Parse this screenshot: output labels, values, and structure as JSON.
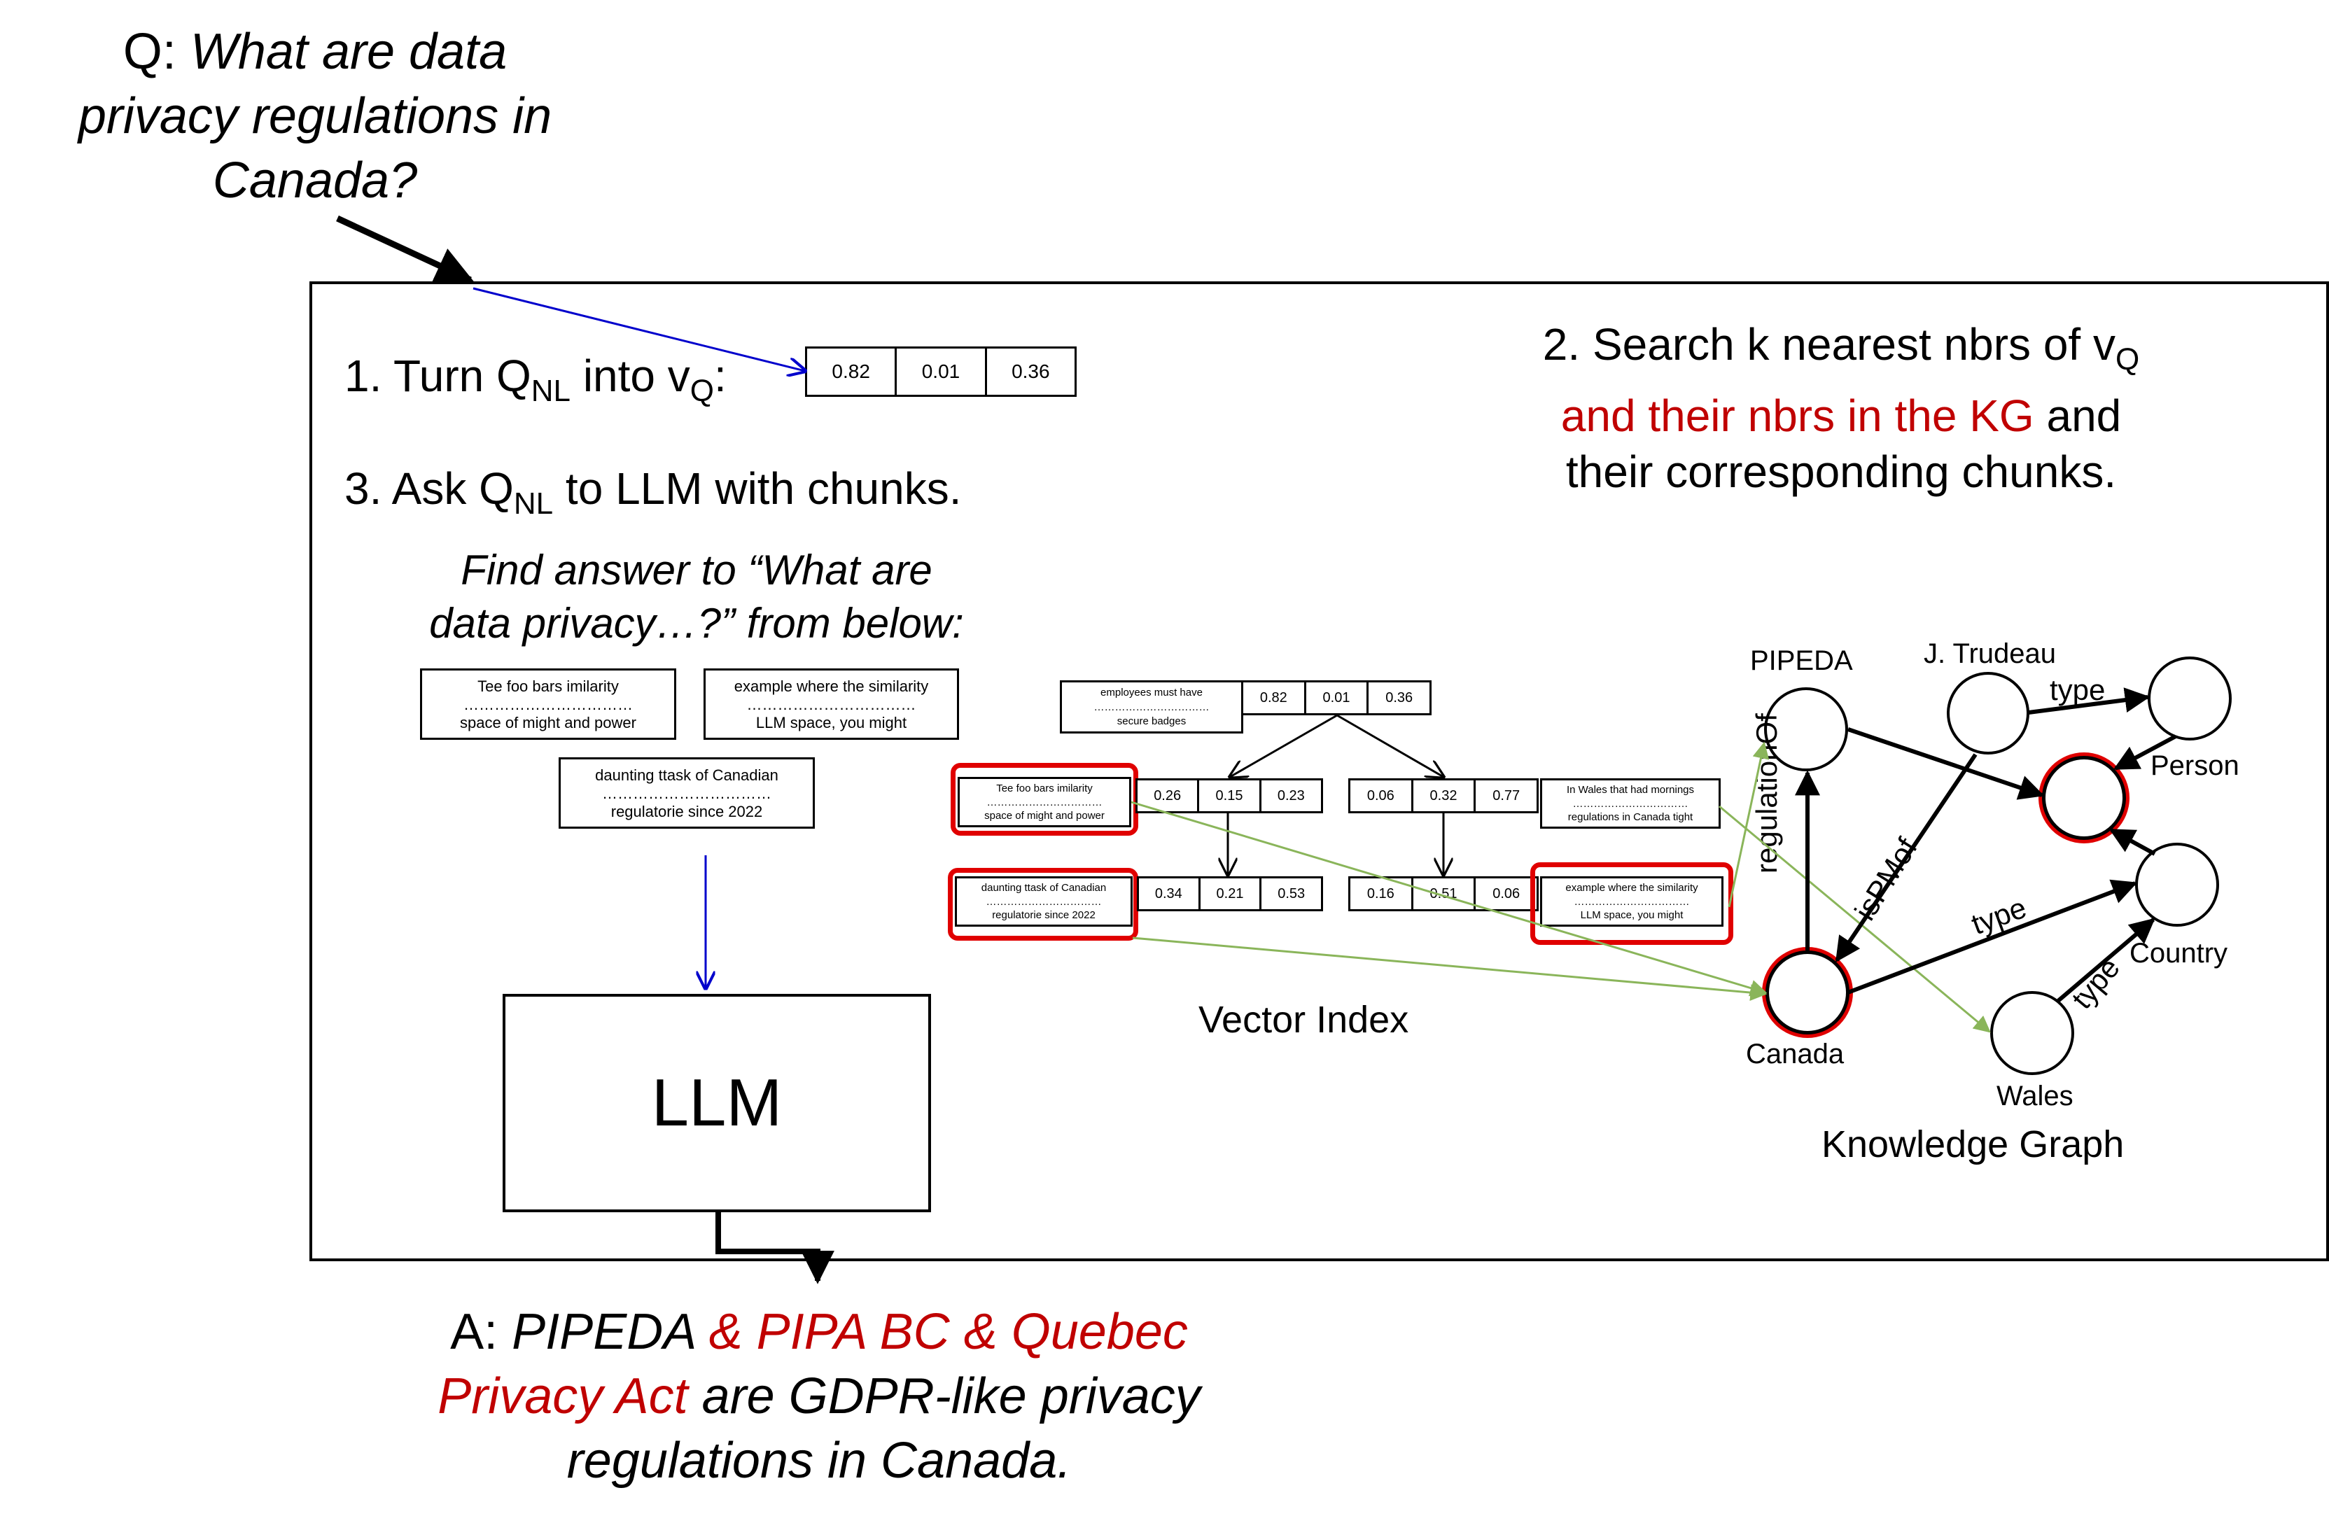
{
  "question": {
    "prefix": "Q:",
    "line1": "What are data",
    "line2": "privacy regulations in",
    "line3": "Canada?"
  },
  "steps": {
    "step1": {
      "text_a": "1. Turn Q",
      "sub_a": "NL",
      "text_b": " into v",
      "sub_b": "Q",
      "text_c": ":"
    },
    "step2": {
      "line1_a": "2. Search k nearest nbrs of v",
      "line1_sub": "Q",
      "line2_red": "and their nbrs in the KG",
      "line2_black": " and",
      "line3": "their corresponding chunks."
    },
    "step3": {
      "text_a": "3. Ask Q",
      "sub_a": "NL",
      "text_b": " to LLM with chunks."
    }
  },
  "query_vector": [
    "0.82",
    "0.01",
    "0.36"
  ],
  "prompt": {
    "line1": "Find answer to “What are",
    "line2": "data privacy…?” from below:"
  },
  "prompt_chunks": [
    {
      "top": "Tee foo bars imilarity",
      "dots": "……………………………",
      "bottom": "space of  might and power"
    },
    {
      "top": "example where the similarity",
      "dots": "……………………………",
      "bottom": "LLM space, you might"
    },
    {
      "top": "daunting ttask of Canadian",
      "dots": "……………………………",
      "bottom": "regulatorie since 2022"
    }
  ],
  "llm": {
    "label": "LLM"
  },
  "answer": {
    "prefix": "A:",
    "black_1": "PIPEDA",
    "red_1": " & PIPA BC & Quebec",
    "red_2": "Privacy Act",
    "black_2": " are GDPR-like privacy",
    "line3": "regulations in Canada."
  },
  "vector_index": {
    "label": "Vector Index",
    "root": {
      "top": "employees must have",
      "dots": "……………………………",
      "bottom": "secure badges",
      "vector": [
        "0.82",
        "0.01",
        "0.36"
      ]
    },
    "left_mid": {
      "top": "Tee foo bars imilarity",
      "dots": "……………………………",
      "bottom": "space of  might and power",
      "vector": [
        "0.26",
        "0.15",
        "0.23"
      ]
    },
    "right_mid": {
      "top": "In Wales that had mornings",
      "dots": "……………………………",
      "bottom": "regulations  in Canada tight",
      "vector": [
        "0.06",
        "0.32",
        "0.77"
      ]
    },
    "left_leaf": {
      "top": "daunting ttask of Canadian",
      "dots": "……………………………",
      "bottom": "regulatorie since 2022",
      "vector": [
        "0.34",
        "0.21",
        "0.53"
      ]
    },
    "right_leaf": {
      "top": "example where the similarity",
      "dots": "……………………………",
      "bottom": "LLM space, you might",
      "vector": [
        "0.16",
        "0.51",
        "0.06"
      ]
    }
  },
  "knowledge_graph": {
    "label": "Knowledge Graph",
    "nodes": {
      "pipeda": "PIPEDA",
      "trudeau": "J. Trudeau",
      "person": "Person",
      "country": "Country",
      "canada": "Canada",
      "wales": "Wales"
    },
    "edges": {
      "regulation_of": "regulationOf",
      "is_pm_of": "isPMof",
      "type_trudeau_person": "type",
      "type_canada_country": "type",
      "type_wales_country": "type"
    }
  },
  "colors": {
    "highlight_red": "#c00000",
    "box_red": "#e00000",
    "query_arrow_blue": "#0000cc",
    "link_green": "#8ab55a"
  }
}
